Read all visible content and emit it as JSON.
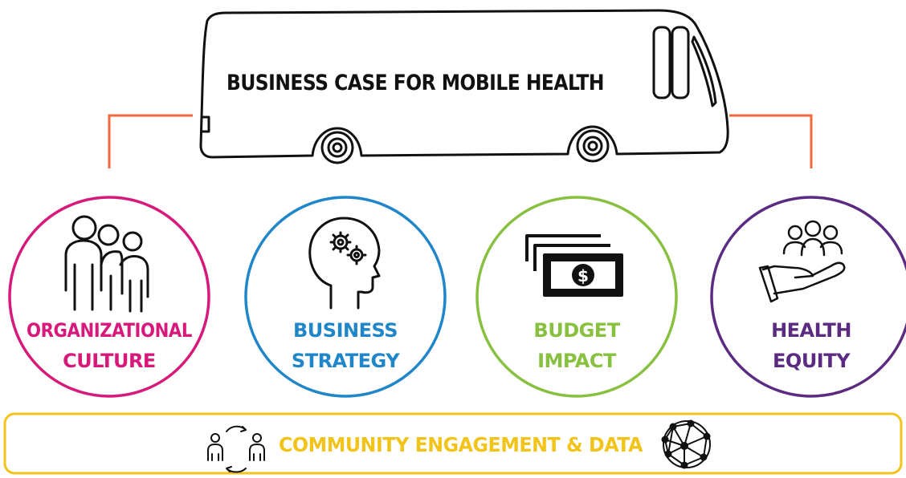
{
  "title": "BUSINESS CASE FOR MOBILE HEALTH",
  "pillars": [
    {
      "line1": "ORGANIZATIONAL",
      "line2": "CULTURE",
      "color": "#d6197b",
      "icon": "people-group-icon"
    },
    {
      "line1": "BUSINESS",
      "line2": "STRATEGY",
      "color": "#1f86c9",
      "icon": "head-gears-icon"
    },
    {
      "line1": "BUDGET",
      "line2": "IMPACT",
      "color": "#88c040",
      "icon": "money-stack-icon"
    },
    {
      "line1": "HEALTH",
      "line2": "EQUITY",
      "color": "#5b2b82",
      "icon": "hand-people-icon"
    }
  ],
  "banner": {
    "text": "COMMUNITY ENGAGEMENT & DATA",
    "color": "#f2c318",
    "left_icon": "people-exchange-icon",
    "right_icon": "network-icon"
  },
  "connector_color": "#ee6a3c"
}
